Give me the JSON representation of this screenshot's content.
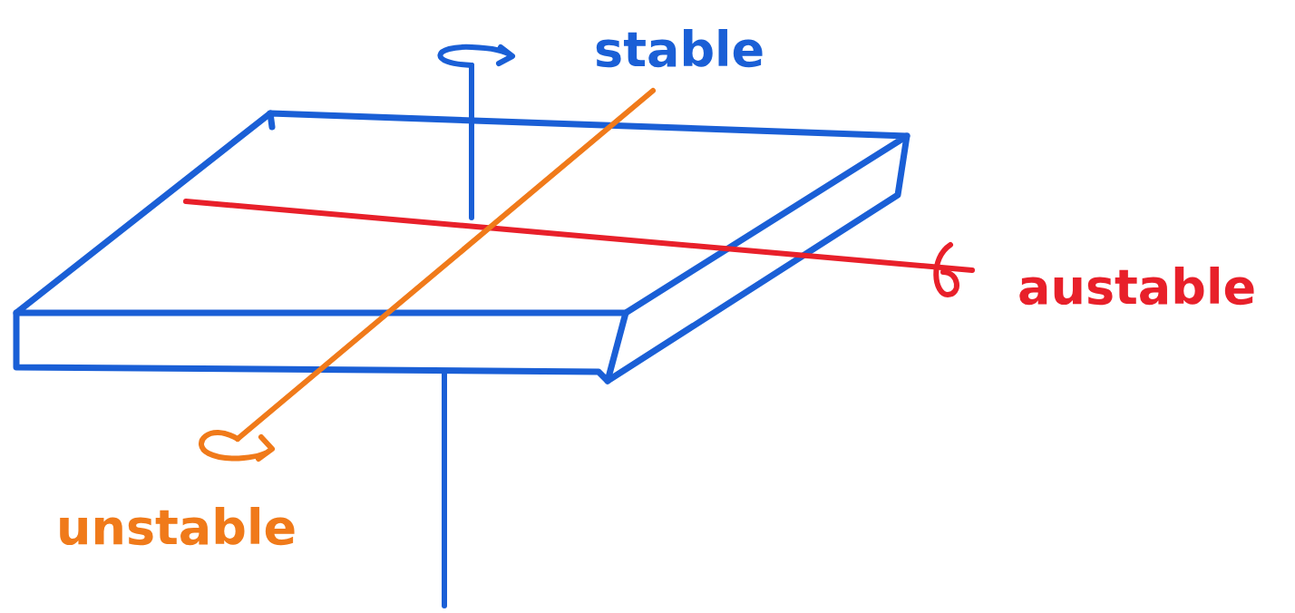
{
  "diagram": {
    "labels": [
      "stable",
      "austable",
      "unstable"
    ]
  }
}
